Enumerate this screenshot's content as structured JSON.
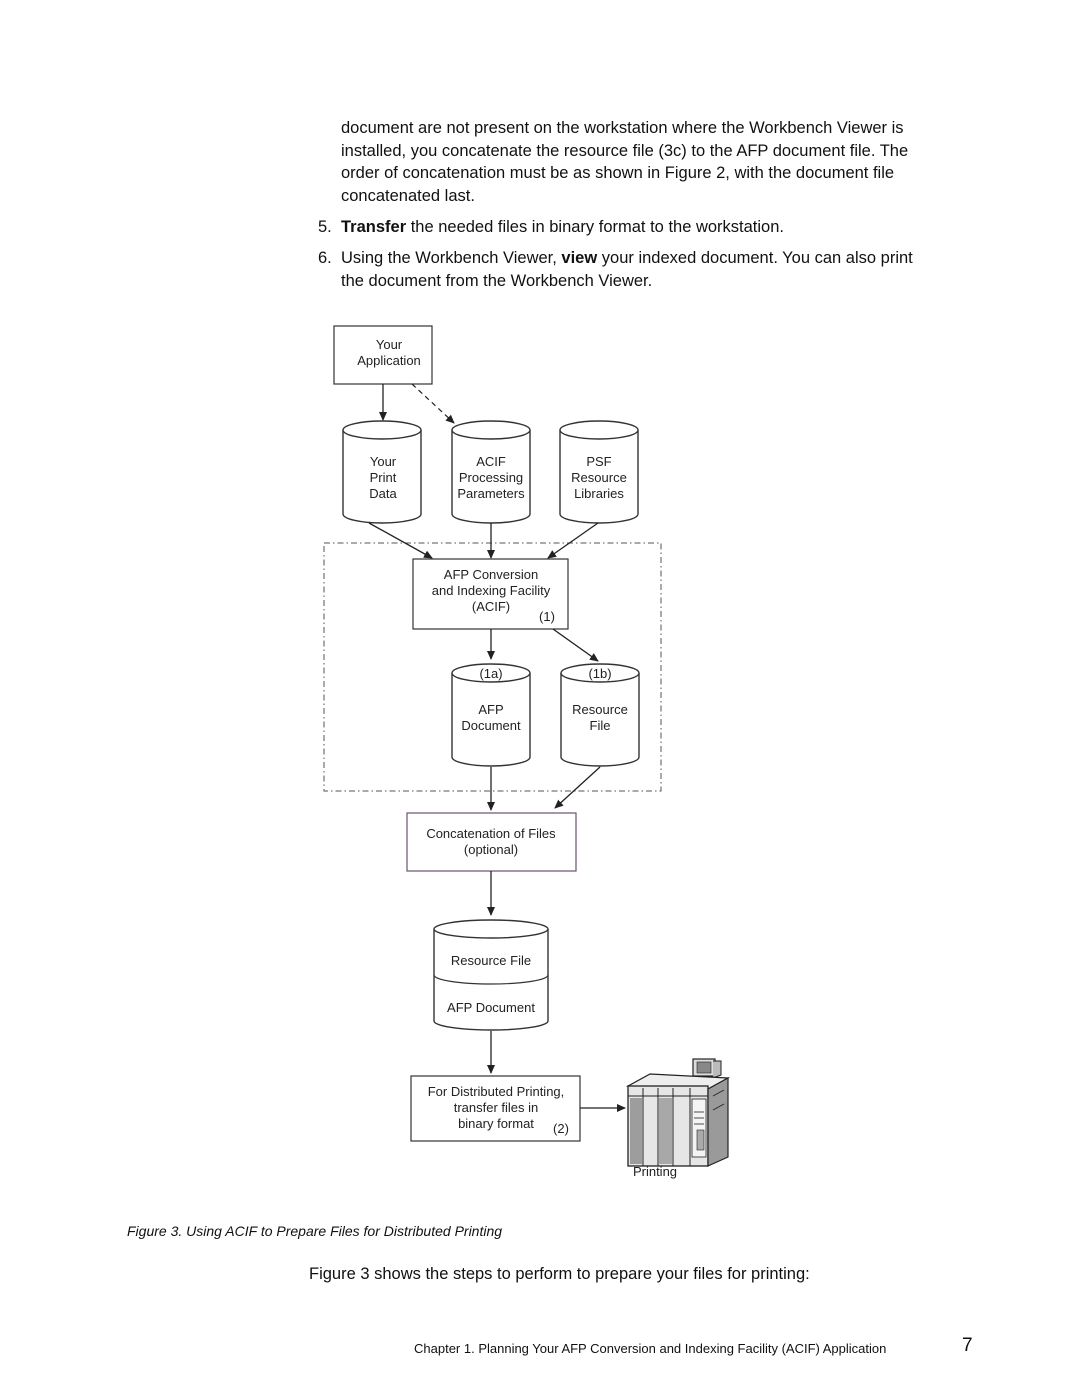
{
  "intro_paragraph": {
    "lines": [
      "document are not present on the workstation where the Workbench Viewer is",
      "installed, you concatenate the resource file (3c) to the AFP document file. The",
      "order of concatenation must be as shown in Figure  2, with the document file",
      "concatenated last."
    ]
  },
  "steps": [
    {
      "number": "5.",
      "bold": "Transfer",
      "rest": " the needed files in binary format to the workstation."
    },
    {
      "number": "6.",
      "prefix": "Using the Workbench Viewer, ",
      "bold": "view",
      "rest": " your indexed document. You can also print",
      "line2": "the document from the Workbench Viewer."
    }
  ],
  "diagram": {
    "your_application": [
      "Your",
      "Application"
    ],
    "your_print_data": [
      "Your",
      "Print",
      "Data"
    ],
    "acif_parameters": [
      "ACIF",
      "Processing",
      "Parameters"
    ],
    "psf_libraries": [
      "PSF",
      "Resource",
      "Libraries"
    ],
    "acif_box": [
      "AFP Conversion",
      "and Indexing Facility",
      "(ACIF)"
    ],
    "acif_box_ref": "(1)",
    "afp_document_tag": "(1a)",
    "afp_document": [
      "AFP",
      "Document"
    ],
    "resource_file_tag": "(1b)",
    "resource_file": [
      "Resource",
      "File"
    ],
    "concatenation_box": [
      "Concatenation of Files",
      "(optional)"
    ],
    "combined_resource": "Resource File",
    "combined_afp": "AFP Document",
    "distributed_box": [
      "For Distributed Printing,",
      "transfer files in",
      "binary format"
    ],
    "distributed_ref": "(2)",
    "printing_label": "Printing"
  },
  "figure_caption": "Figure  3. Using ACIF to Prepare Files for Distributed Printing",
  "followup_text": "Figure  3 shows the steps to perform to prepare your files for printing:",
  "footer": {
    "chapter_text": "Chapter 1.  Planning Your AFP Conversion and Indexing Facility (ACIF) Application",
    "page_number": "7"
  }
}
